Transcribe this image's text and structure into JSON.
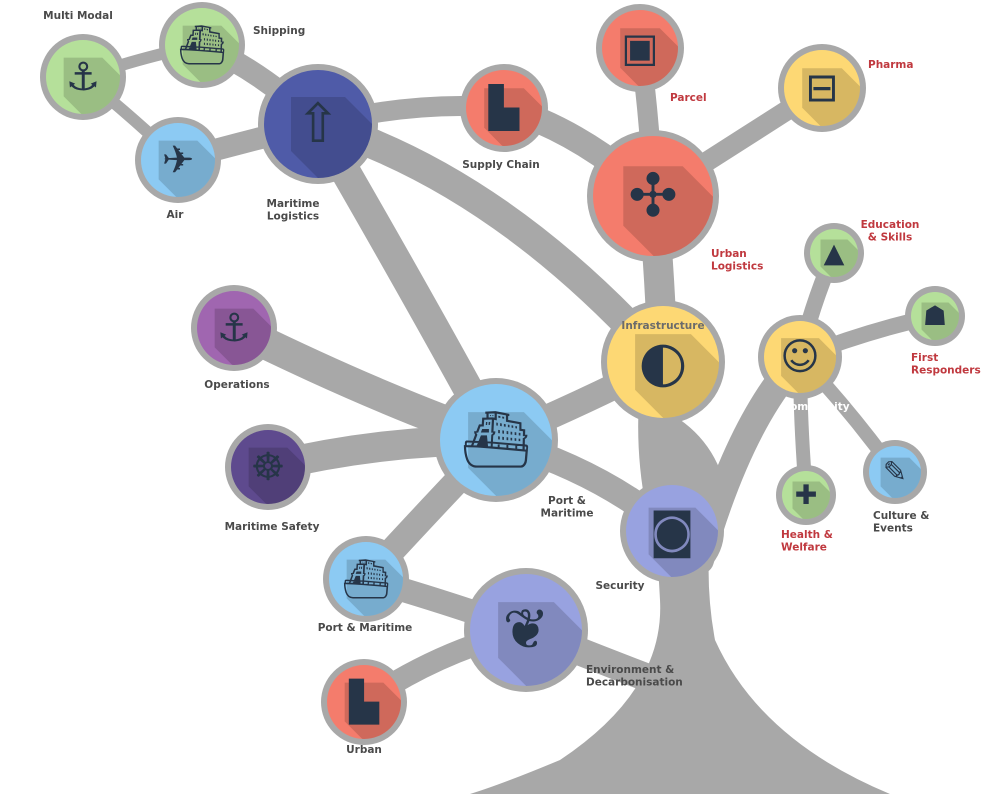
{
  "colors": {
    "branch": "#a8a8a8",
    "label_dark": "#4a4a4a",
    "label_red": "#c0393f",
    "label_white": "#ffffff",
    "green": "#b5e09a",
    "red": "#f47c6c",
    "yellow": "#fdd874",
    "blue": "#8ccaf3",
    "navy": "#4f5ba8",
    "purple": "#a066b0",
    "darkpurple": "#5e4a8e",
    "lavender": "#98a2e0"
  },
  "nodes": [
    {
      "id": "multi-modal",
      "lines": [
        "Multi  Modal"
      ],
      "icon": "ship-helicopter-icon",
      "fill": "green",
      "label_color": "label_dark"
    },
    {
      "id": "shipping",
      "lines": [
        "Shipping"
      ],
      "icon": "ship-icon",
      "fill": "green",
      "label_color": "label_dark"
    },
    {
      "id": "air",
      "lines": [
        "Air"
      ],
      "icon": "helicopter-icon",
      "fill": "blue",
      "label_color": "label_dark"
    },
    {
      "id": "maritime-logistics",
      "lines": [
        "Maritime",
        "Logistics"
      ],
      "icon": "crane-hook-cargo-icon",
      "fill": "navy",
      "label_color": "label_dark"
    },
    {
      "id": "supply-chain",
      "lines": [
        "Supply  Chain"
      ],
      "icon": "factory-icon",
      "fill": "red",
      "label_color": "label_dark"
    },
    {
      "id": "parcel",
      "lines": [
        "Parcel"
      ],
      "icon": "parcel-box-icon",
      "fill": "red",
      "label_color": "label_red"
    },
    {
      "id": "pharma",
      "lines": [
        "Pharma"
      ],
      "icon": "medicine-bottle-icon",
      "fill": "yellow",
      "label_color": "label_red"
    },
    {
      "id": "urban-logistics",
      "lines": [
        "Urban",
        "Logistics"
      ],
      "icon": "three-way-arrows-icon",
      "fill": "red",
      "label_color": "label_red"
    },
    {
      "id": "infrastructure",
      "lines": [
        "Infrastructure"
      ],
      "icon": "satellite-dish-icon",
      "fill": "yellow",
      "label_color": "label_dark"
    },
    {
      "id": "education-skills",
      "lines": [
        "Education",
        "& Skills"
      ],
      "icon": "graduation-cap-icon",
      "fill": "green",
      "label_color": "label_red"
    },
    {
      "id": "first-responders",
      "lines": [
        "First",
        "Responders"
      ],
      "icon": "siren-icon",
      "fill": "green",
      "label_color": "label_red"
    },
    {
      "id": "community",
      "lines": [
        "Community"
      ],
      "icon": "people-group-icon",
      "fill": "yellow",
      "label_color": "label_white"
    },
    {
      "id": "health-welfare",
      "lines": [
        "Health &",
        "Welfare"
      ],
      "icon": "first-aid-kit-icon",
      "fill": "green",
      "label_color": "label_red"
    },
    {
      "id": "culture-events",
      "lines": [
        "Culture &",
        "Events"
      ],
      "icon": "paint-palette-icon",
      "fill": "blue",
      "label_color": "label_dark"
    },
    {
      "id": "operations",
      "lines": [
        "Operations"
      ],
      "icon": "clipboard-anchor-icon",
      "fill": "purple",
      "label_color": "label_dark"
    },
    {
      "id": "port-maritime",
      "lines": [
        "Port &",
        "Maritime"
      ],
      "icon": "port-crane-ship-icon",
      "fill": "blue",
      "label_color": "label_dark"
    },
    {
      "id": "maritime-safety",
      "lines": [
        "Maritime Safety"
      ],
      "icon": "ship-wheel-icon",
      "fill": "darkpurple",
      "label_color": "label_dark"
    },
    {
      "id": "security",
      "lines": [
        "Security"
      ],
      "icon": "cctv-camera-icon",
      "fill": "lavender",
      "label_color": "label_dark"
    },
    {
      "id": "port-maritime-small",
      "lines": [
        "Port & Maritime"
      ],
      "icon": "port-crane-ship-icon",
      "fill": "blue",
      "label_color": "label_dark"
    },
    {
      "id": "environment",
      "lines": [
        "Environment &",
        "Decarbonisation"
      ],
      "icon": "leaf-icon",
      "fill": "lavender",
      "label_color": "label_dark"
    },
    {
      "id": "urban",
      "lines": [
        "Urban"
      ],
      "icon": "factory-icon",
      "fill": "red",
      "label_color": "label_dark"
    }
  ]
}
